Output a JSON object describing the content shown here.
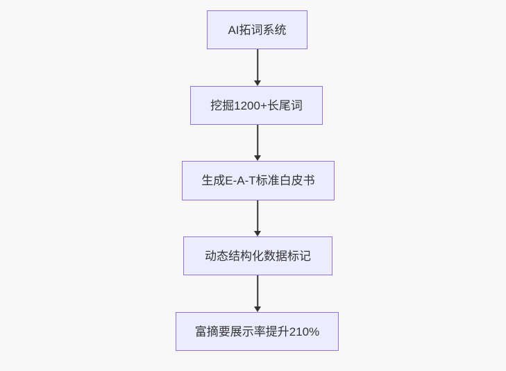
{
  "diagram": {
    "type": "flowchart",
    "direction": "top-down",
    "nodes": [
      {
        "label": "AI拓词系统"
      },
      {
        "label": "挖掘1200+长尾词"
      },
      {
        "label": "生成E-A-T标准白皮书"
      },
      {
        "label": "动态结构化数据标记"
      },
      {
        "label": "富摘要展示率提升210%"
      }
    ],
    "edges": [
      {
        "from": "AI拓词系统",
        "to": "挖掘1200+长尾词"
      },
      {
        "from": "挖掘1200+长尾词",
        "to": "生成E-A-T标准白皮书"
      },
      {
        "from": "生成E-A-T标准白皮书",
        "to": "动态结构化数据标记"
      },
      {
        "from": "动态结构化数据标记",
        "to": "富摘要展示率提升210%"
      }
    ],
    "colors": {
      "node_fill": "#ECECFF",
      "node_border": "#9370DB",
      "arrow": "#333333",
      "text": "#333333",
      "background": "#F8F8F8"
    }
  }
}
